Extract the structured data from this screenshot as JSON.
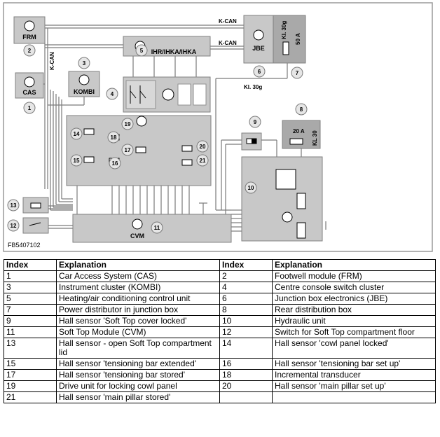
{
  "diagram": {
    "buses": {
      "kcan_1": "K-CAN",
      "kcan_2": "K-CAN",
      "kcan_vertical": "K-CAN",
      "kl30g": "Kl. 30g"
    },
    "components": {
      "frm": "FRM",
      "cas": "CAS",
      "kombi": "KOMBI",
      "ihr": "IHR/IHKA/IHKA",
      "jbe": "JBE",
      "jbe_terminal": "Kl. 30g",
      "jbe_fuse": "50 A",
      "rear_fuse": "20 A",
      "rear_terminal": "KL 30",
      "cvm": "CVM"
    },
    "numbers": [
      "1",
      "2",
      "3",
      "4",
      "5",
      "6",
      "7",
      "8",
      "9",
      "10",
      "11",
      "12",
      "13",
      "14",
      "15",
      "16",
      "17",
      "18",
      "19",
      "20",
      "21"
    ],
    "figure_code": "FB5407102"
  },
  "legend": {
    "headers": [
      "Index",
      "Explanation",
      "Index",
      "Explanation"
    ],
    "rows": [
      [
        "1",
        "Car Access System (CAS)",
        "2",
        "Footwell module (FRM)"
      ],
      [
        "3",
        "Instrument cluster (KOMBI)",
        "4",
        "Centre console switch cluster"
      ],
      [
        "5",
        "Heating/air conditioning control unit",
        "6",
        "Junction box electronics (JBE)"
      ],
      [
        "7",
        "Power distributor in junction box",
        "8",
        "Rear distribution box"
      ],
      [
        "9",
        "Hall sensor 'Soft Top cover locked'",
        "10",
        "Hydraulic unit"
      ],
      [
        "11",
        "Soft Top Module (CVM)",
        "12",
        "Switch for Soft Top compartment floor"
      ],
      [
        "13",
        "Hall sensor - open Soft Top compartment lid",
        "14",
        "Hall sensor 'cowl panel locked'"
      ],
      [
        "15",
        "Hall sensor 'tensioning bar extended'",
        "16",
        "Hall sensor 'tensioning bar set up'"
      ],
      [
        "17",
        "Hall sensor 'tensioning bar stored'",
        "18",
        "Incremental transducer"
      ],
      [
        "19",
        "Drive unit for locking cowl panel",
        "20",
        "Hall sensor 'main pillar set up'"
      ],
      [
        "21",
        "Hall sensor 'main pillar stored'",
        "",
        ""
      ]
    ]
  }
}
